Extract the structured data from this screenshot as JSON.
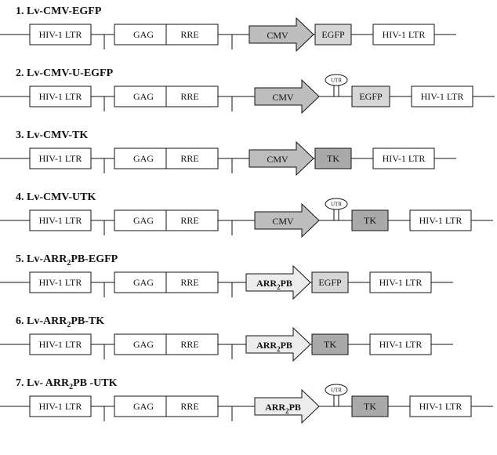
{
  "colors": {
    "line": "#111111",
    "box_fill": "#ffffff",
    "cmv_fill": "#bdbdbd",
    "arr_fill": "#ececec",
    "egfp_fill": "#d6d6d6",
    "tk_fill": "#a9a9a9"
  },
  "constructs": [
    {
      "number": "1.",
      "name": "Lv-CMV-EGFP",
      "sub": "",
      "name_tail": "",
      "ltr5": "HIV-1 LTR",
      "gag": "GAG",
      "rre": "RRE",
      "promoter": "CMV",
      "promoter_type": "cmv",
      "utr": "",
      "gene": "EGFP",
      "gene_type": "egfp",
      "ltr3": "HIV-1 LTR"
    },
    {
      "number": "2.",
      "name": "Lv-CMV-U-EGFP",
      "sub": "",
      "name_tail": "",
      "ltr5": "HIV-1 LTR",
      "gag": "GAG",
      "rre": "RRE",
      "promoter": "CMV",
      "promoter_type": "cmv",
      "utr": "UTR",
      "gene": "EGFP",
      "gene_type": "egfp",
      "ltr3": "HIV-1 LTR"
    },
    {
      "number": "3.",
      "name": "Lv-CMV-TK",
      "sub": "",
      "name_tail": "",
      "ltr5": "HIV-1 LTR",
      "gag": "GAG",
      "rre": "RRE",
      "promoter": "CMV",
      "promoter_type": "cmv",
      "utr": "",
      "gene": "TK",
      "gene_type": "tk",
      "ltr3": "HIV-1 LTR"
    },
    {
      "number": "4.",
      "name": "Lv-CMV-UTK",
      "sub": "",
      "name_tail": "",
      "ltr5": "HIV-1 LTR",
      "gag": "GAG",
      "rre": "RRE",
      "promoter": "CMV",
      "promoter_type": "cmv",
      "utr": "UTR",
      "gene": "TK",
      "gene_type": "tk",
      "ltr3": "HIV-1 LTR"
    },
    {
      "number": "5.",
      "name": "Lv-ARR",
      "sub": "2",
      "name_tail": "PB-EGFP",
      "ltr5": "HIV-1 LTR",
      "gag": "GAG",
      "rre": "RRE",
      "promoter": "ARR",
      "promoter_sub": "2",
      "promoter_tail": "PB",
      "promoter_type": "arr",
      "utr": "",
      "gene": "EGFP",
      "gene_type": "egfp",
      "ltr3": "HIV-1 LTR"
    },
    {
      "number": "6.",
      "name": "Lv-ARR",
      "sub": "2",
      "name_tail": "PB-TK",
      "ltr5": "HIV-1 LTR",
      "gag": "GAG",
      "rre": "RRE",
      "promoter": "ARR",
      "promoter_sub": "2",
      "promoter_tail": "PB",
      "promoter_type": "arr",
      "utr": "",
      "gene": "TK",
      "gene_type": "tk",
      "ltr3": "HIV-1 LTR"
    },
    {
      "number": "7.",
      "name": "Lv- ARR",
      "sub": "2",
      "name_tail": "PB -UTK",
      "ltr5": "HIV-1 LTR",
      "gag": "GAG",
      "rre": "RRE",
      "promoter": "ARR",
      "promoter_sub": "2",
      "promoter_tail": "PB",
      "promoter_type": "arr",
      "utr": "UTR",
      "gene": "TK",
      "gene_type": "tk",
      "ltr3": "HIV-1 LTR"
    }
  ]
}
